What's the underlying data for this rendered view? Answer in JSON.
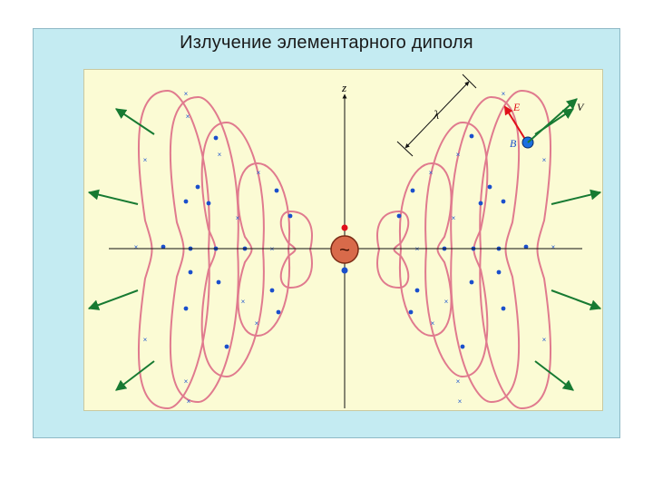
{
  "title": "Излучение элементарного диполя",
  "labels": {
    "z_axis": "z",
    "wavelength": "λ",
    "e_vector": "E",
    "b_vector": "B",
    "v_vector": "V",
    "source_symbol": "~"
  },
  "colors": {
    "background": "#c4ebf2",
    "panel": "#fbfbd4",
    "field_lines": "#e07a8e",
    "arrows": "#177a32",
    "electric_vector": "#e0101a",
    "magnetic_vector": "#1a4fcc",
    "dipole": "#d86a4a"
  }
}
